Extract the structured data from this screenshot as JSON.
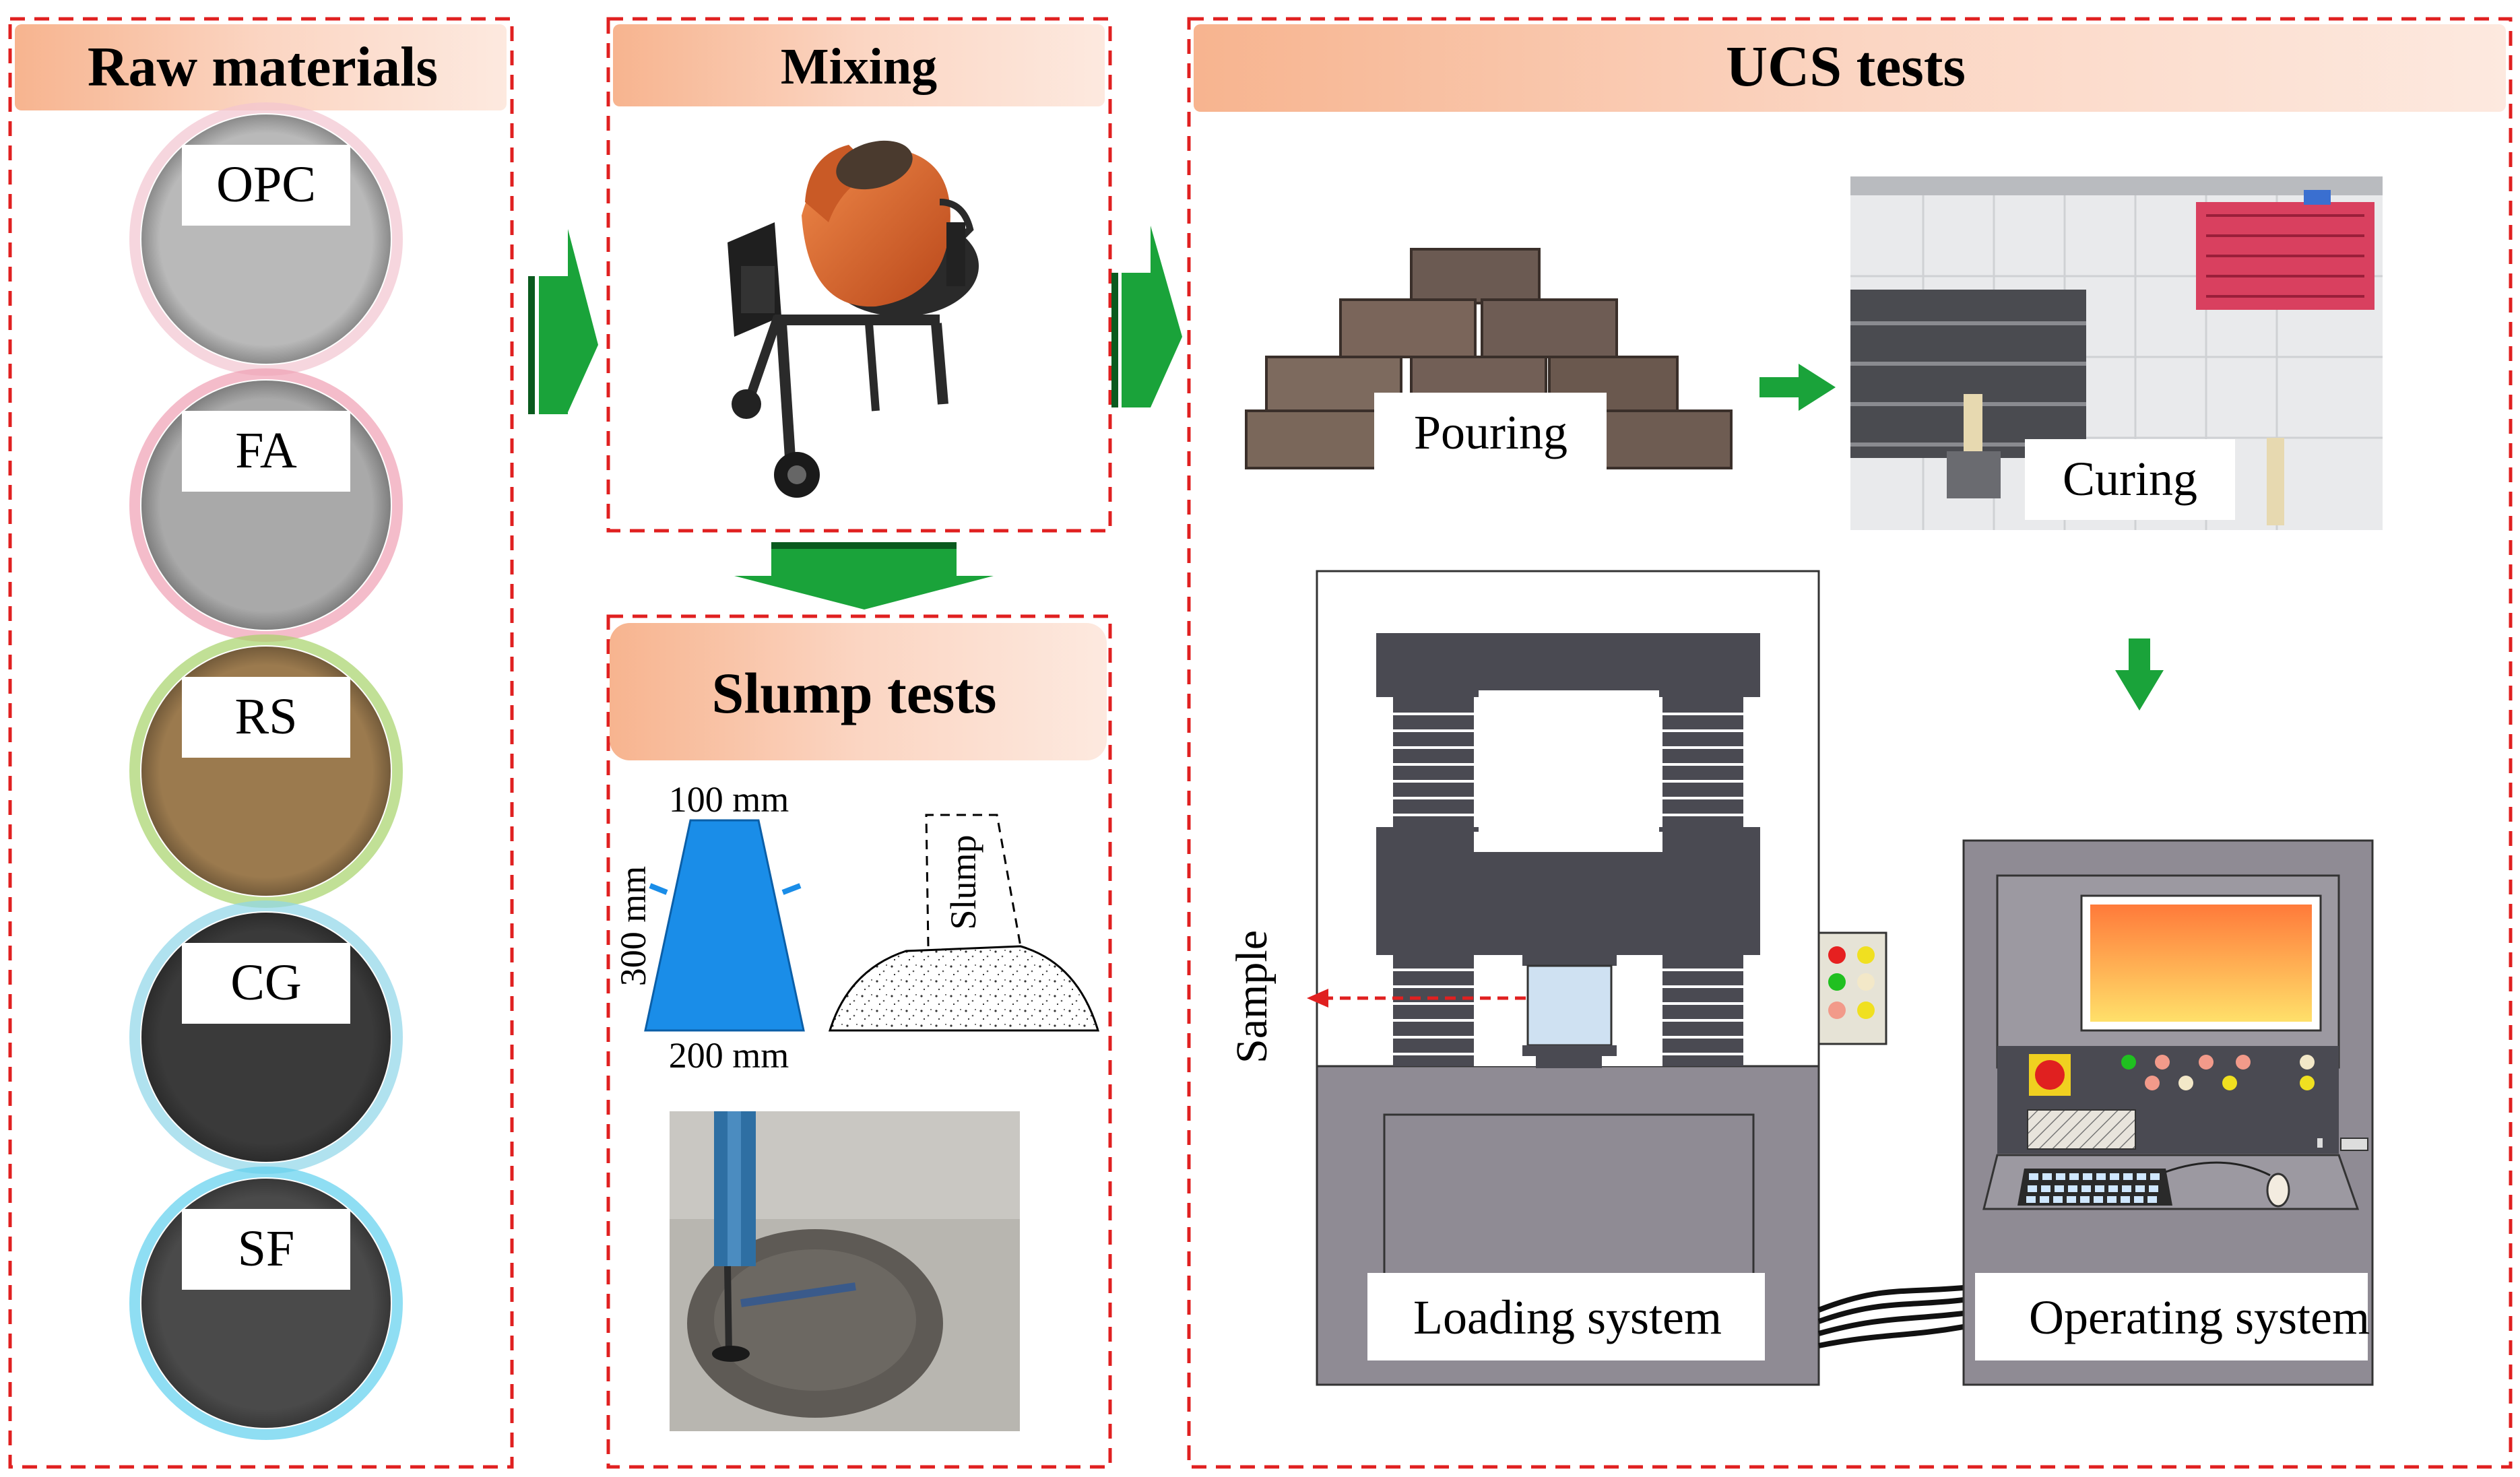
{
  "panels": {
    "raw_materials": {
      "title": "Raw materials",
      "materials": [
        {
          "label": "OPC",
          "color": "#b9b9b9",
          "glow": "#f2c4d0"
        },
        {
          "label": "FA",
          "color": "#a9a9a9",
          "glow": "#f0a0b4"
        },
        {
          "label": "RS",
          "color": "#9b7a4e",
          "glow": "#a6d36a"
        },
        {
          "label": "CG",
          "color": "#3a3a3a",
          "glow": "#8fd6e8"
        },
        {
          "label": "SF",
          "color": "#4a4a4a",
          "glow": "#5fd0ee"
        }
      ]
    },
    "mixing": {
      "title": "Mixing",
      "drum_color": "#e06a2c"
    },
    "slump": {
      "title": "Slump tests",
      "top_dim": "100 mm",
      "height_dim": "300 mm",
      "bottom_dim": "200 mm",
      "slump_label": "Slump",
      "cone_color": "#1a8de8"
    },
    "ucs": {
      "title": "UCS tests",
      "pouring_label": "Pouring",
      "curing_label": "Curing",
      "sample_label": "Sample",
      "loading_label": "Loading system",
      "operating_label": "Operating system"
    }
  },
  "colors": {
    "dashed_border": "#e02020",
    "header_gradient_start": "#f7b48f",
    "header_gradient_end": "#fde6da",
    "arrow_green": "#1aa33a",
    "machine_dark": "#4a4a52",
    "machine_grey": "#8f8b94"
  }
}
